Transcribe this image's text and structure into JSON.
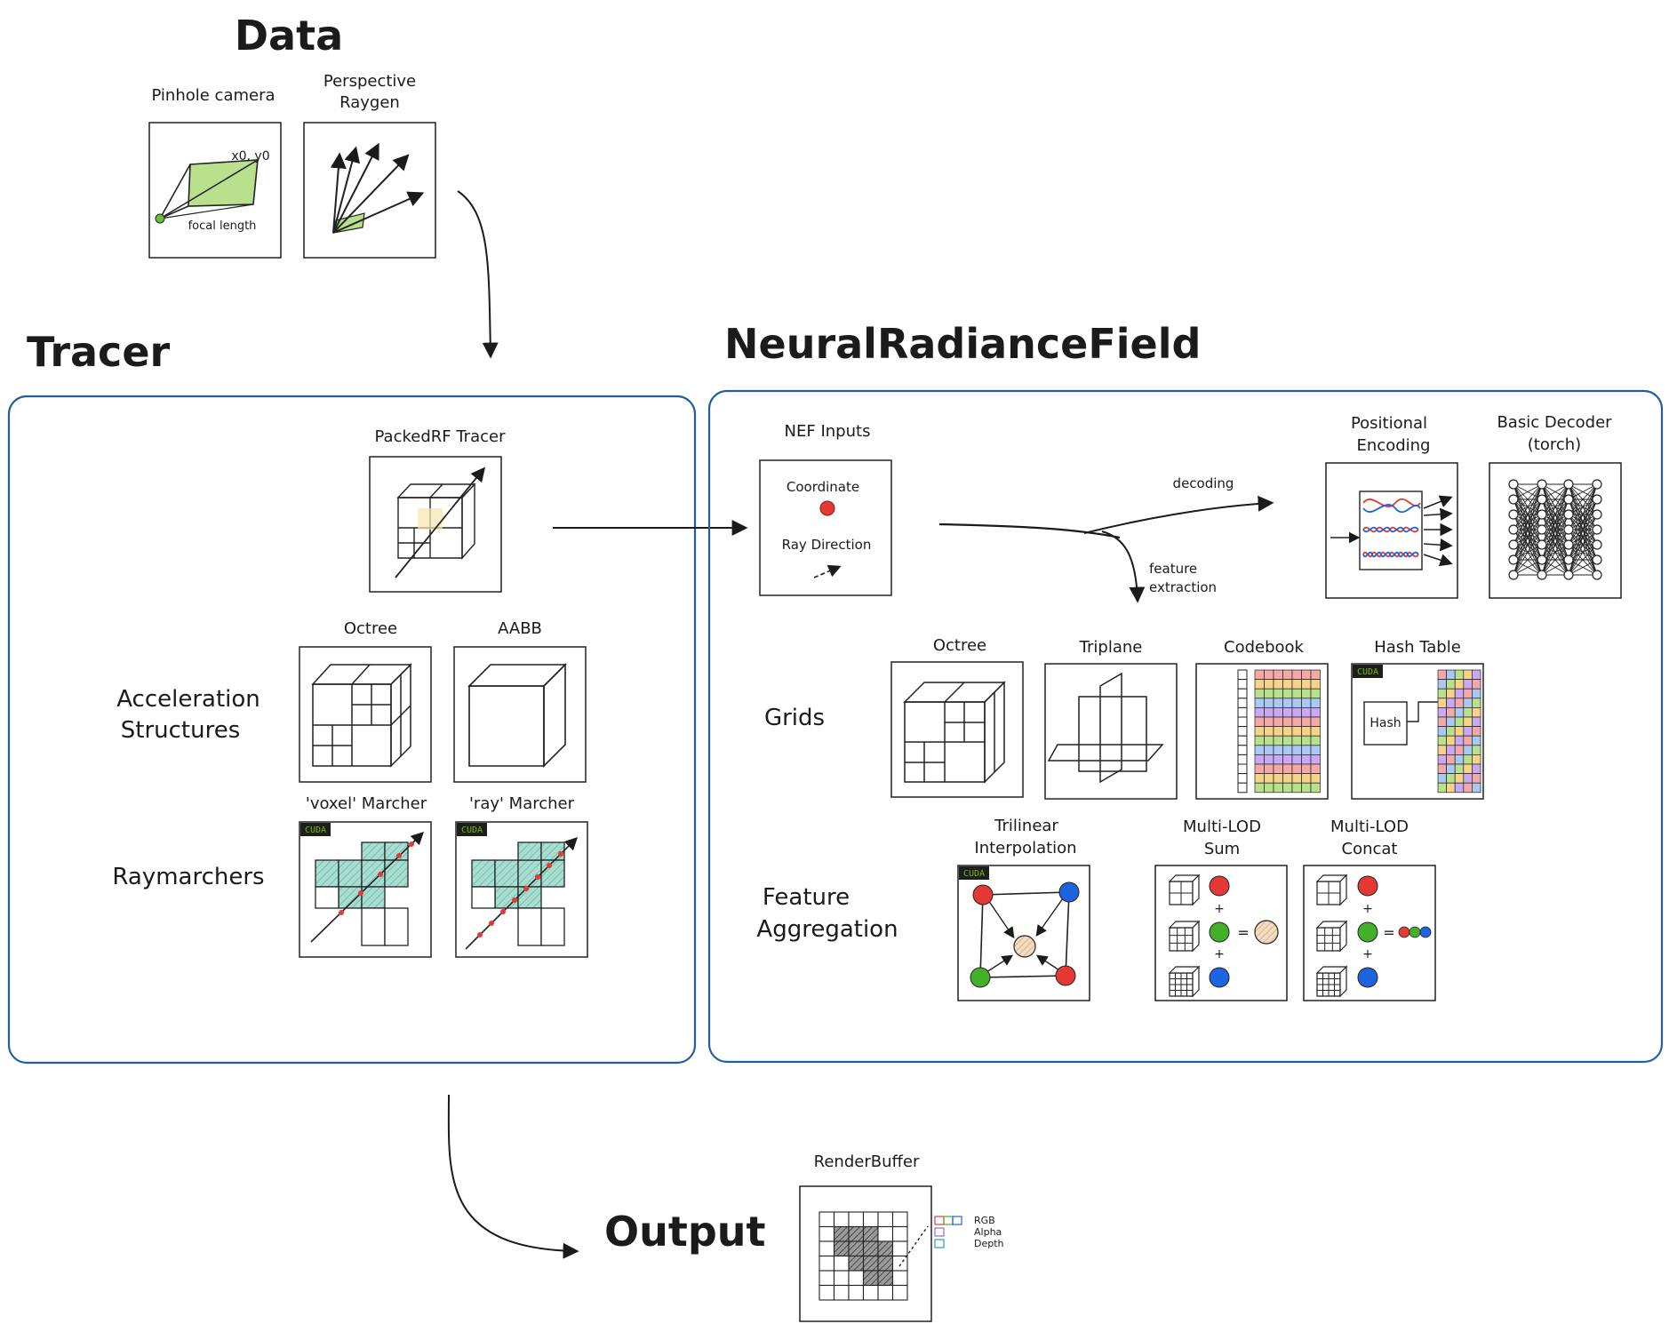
{
  "sections": {
    "data": "Data",
    "tracer": "Tracer",
    "nerf": "NeuralRadianceField",
    "output": "Output"
  },
  "data": {
    "pinhole": {
      "label": "Pinhole camera",
      "corner": "x0, y0",
      "focal": "focal length"
    },
    "raygen": {
      "label_line1": "Perspective",
      "label_line2": "Raygen"
    }
  },
  "tracer": {
    "packed_tracer": "PackedRF Tracer",
    "octree": "Octree",
    "aabb": "AABB",
    "accel_line1": "Acceleration",
    "accel_line2": "Structures",
    "voxel_marcher": "'voxel' Marcher",
    "ray_marcher": "'ray' Marcher",
    "raymarchers": "Raymarchers",
    "cuda": "CUDA"
  },
  "nerf": {
    "inputs": "NEF Inputs",
    "coordinate": "Coordinate",
    "ray_direction": "Ray Direction",
    "decoding": "decoding",
    "feature_line1": "feature",
    "feature_line2": "extraction",
    "pos_enc_line1": "Positional",
    "pos_enc_line2": "Encoding",
    "decoder_line1": "Basic Decoder",
    "decoder_line2": "(torch)",
    "grids": "Grids",
    "octree": "Octree",
    "triplane": "Triplane",
    "codebook": "Codebook",
    "hash_table": "Hash Table",
    "hash": "Hash",
    "cuda": "CUDA",
    "feat_agg_line1": "Feature",
    "feat_agg_line2": "Aggregation",
    "trilinear_line1": "Trilinear",
    "trilinear_line2": "Interpolation",
    "lod_sum_line1": "Multi-LOD",
    "lod_sum_line2": "Sum",
    "lod_concat_line1": "Multi-LOD",
    "lod_concat_line2": "Concat"
  },
  "output": {
    "render_buffer": "RenderBuffer",
    "legend": [
      "RGB",
      "Alpha",
      "Depth"
    ]
  },
  "colors": {
    "container_border": "#1f5fa8",
    "red": "#e53935",
    "green": "#43b02a",
    "blue": "#1e63e0",
    "teal_fill": "#a9ddd0",
    "camera_fill": "#b9e08c",
    "cuda_badge": "#1e1e1e",
    "cuda_text": "#76b900"
  }
}
